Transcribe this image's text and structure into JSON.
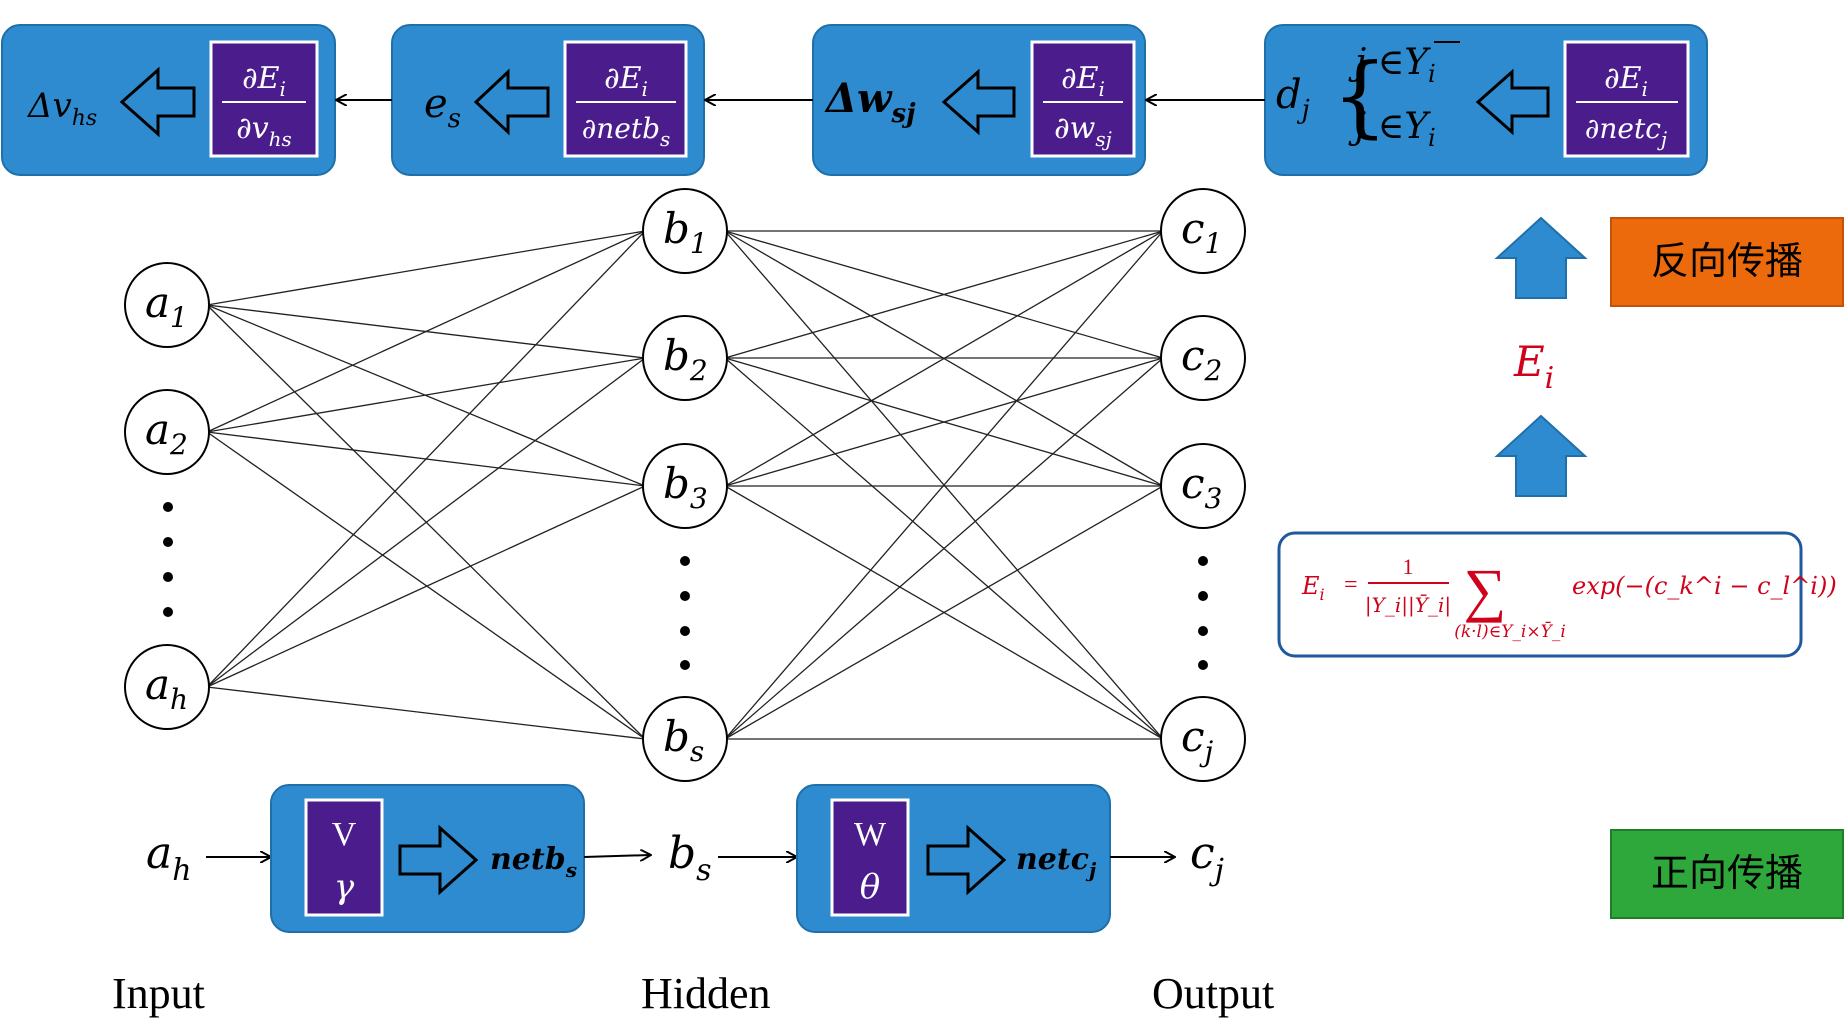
{
  "layers": {
    "input_label": "Input",
    "hidden_label": "Hidden",
    "output_label": "Output"
  },
  "input_nodes": [
    {
      "base": "a",
      "sub": "1"
    },
    {
      "base": "a",
      "sub": "2"
    },
    {
      "base": "a",
      "sub": "h"
    }
  ],
  "hidden_nodes": [
    {
      "base": "b",
      "sub": "1"
    },
    {
      "base": "b",
      "sub": "2"
    },
    {
      "base": "b",
      "sub": "3"
    },
    {
      "base": "b",
      "sub": "s"
    }
  ],
  "output_nodes": [
    {
      "base": "c",
      "sub": "1"
    },
    {
      "base": "c",
      "sub": "2"
    },
    {
      "base": "c",
      "sub": "3"
    },
    {
      "base": "c",
      "sub": "j"
    }
  ],
  "backprop_boxes": [
    {
      "result_base": "Δv",
      "result_sub": "hs",
      "num": "∂E",
      "num_sub": "i",
      "den": "∂v",
      "den_sub": "hs"
    },
    {
      "result_base": "e",
      "result_sub": "s",
      "num": "∂E",
      "num_sub": "i",
      "den": "∂netb",
      "den_sub": "s"
    },
    {
      "result_base": "Δw",
      "result_sub": "sj",
      "num": "∂E",
      "num_sub": "i",
      "den": "∂w",
      "den_sub": "sj"
    },
    {
      "result_base": "d",
      "result_sub": "j",
      "num": "∂E",
      "num_sub": "i",
      "den": "∂netc",
      "den_sub": "j",
      "cases": [
        {
          "var": "j ∈",
          "set": "Y",
          "set_sub": "i",
          "bar": true
        },
        {
          "var": "j ∈",
          "set": "Y",
          "set_sub": "i",
          "bar": false
        }
      ]
    }
  ],
  "forward": {
    "input": {
      "base": "a",
      "sub": "h"
    },
    "box1": {
      "top": "V",
      "bottom": "γ",
      "out_base": "netb",
      "out_sub": "s"
    },
    "mid": {
      "base": "b",
      "sub": "s"
    },
    "box2": {
      "top": "W",
      "bottom": "θ",
      "out_base": "netc",
      "out_sub": "j"
    },
    "output": {
      "base": "c",
      "sub": "j"
    }
  },
  "error": {
    "base": "E",
    "sub": "i"
  },
  "formula": {
    "lhs_base": "E",
    "lhs_sub": "i",
    "frac_num": "1",
    "frac_den": "|Y_i||Ȳ_i|",
    "sum_sub": "(k·l)∈Y_i×Ȳ_i",
    "body": "exp(−(c_k^i − c_l^i))"
  },
  "legend": {
    "backward_label": "反向传播",
    "forward_label": "正向传播"
  },
  "colors": {
    "box_blue": "#2E8BCF",
    "box_border": "#1F6FA8",
    "purple": "#4B1D8C",
    "backward_orange": "#ED6A0C",
    "forward_green": "#2EA83A",
    "error_red": "#D0021B",
    "formula_border": "#1F5A9E"
  }
}
